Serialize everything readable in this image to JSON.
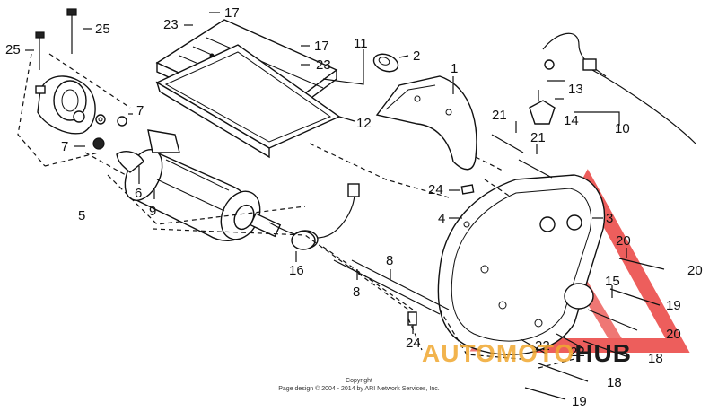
{
  "callouts": [
    "1",
    "2",
    "3",
    "4",
    "5",
    "6",
    "7",
    "7",
    "8",
    "8",
    "9",
    "10",
    "11",
    "12",
    "13",
    "14",
    "15",
    "16",
    "17",
    "17",
    "18",
    "18",
    "19",
    "19",
    "20",
    "20",
    "20",
    "21",
    "21",
    "22",
    "22",
    "23",
    "23",
    "24",
    "24",
    "25",
    "25"
  ],
  "copyright": {
    "line1": "Copyright",
    "line2": "Page design © 2004 - 2014 by ARI Network Services, Inc."
  },
  "brand": {
    "word1": "AUTO",
    "word2": "MOTO",
    "word3": "HUB",
    "colors": {
      "logo": "#e8322f",
      "auto": "#f0a830",
      "moto": "#f0a830",
      "hub": "#1a1a1a"
    }
  }
}
